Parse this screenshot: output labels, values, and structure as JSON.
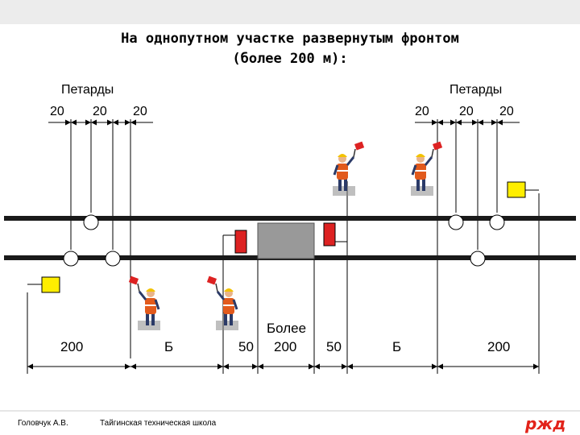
{
  "title": {
    "line1": "На однопутном участке развернутым фронтом",
    "line2": "(более 200 м):"
  },
  "petardy_left": {
    "label": "Петарды",
    "distances": [
      "20",
      "20",
      "20"
    ]
  },
  "petardy_right": {
    "label": "Петарды",
    "distances": [
      "20",
      "20",
      "20"
    ]
  },
  "bottom_distances": {
    "d200_left": "200",
    "b_left": "Б",
    "d50_left": "50",
    "more_label": "Более",
    "more_value": "200",
    "d50_right": "50",
    "b_right": "Б",
    "d200_right": "200"
  },
  "footer": {
    "author": "Головчук А.В.",
    "school": "Тайгинская техническая школа",
    "logo": "ржд"
  },
  "colors": {
    "track": "#1a1a1a",
    "signal_red": "#dd2222",
    "signal_yellow": "#ffee00",
    "work_area": "#999999",
    "logo": "#e2231a",
    "top_band": "#ececec"
  }
}
